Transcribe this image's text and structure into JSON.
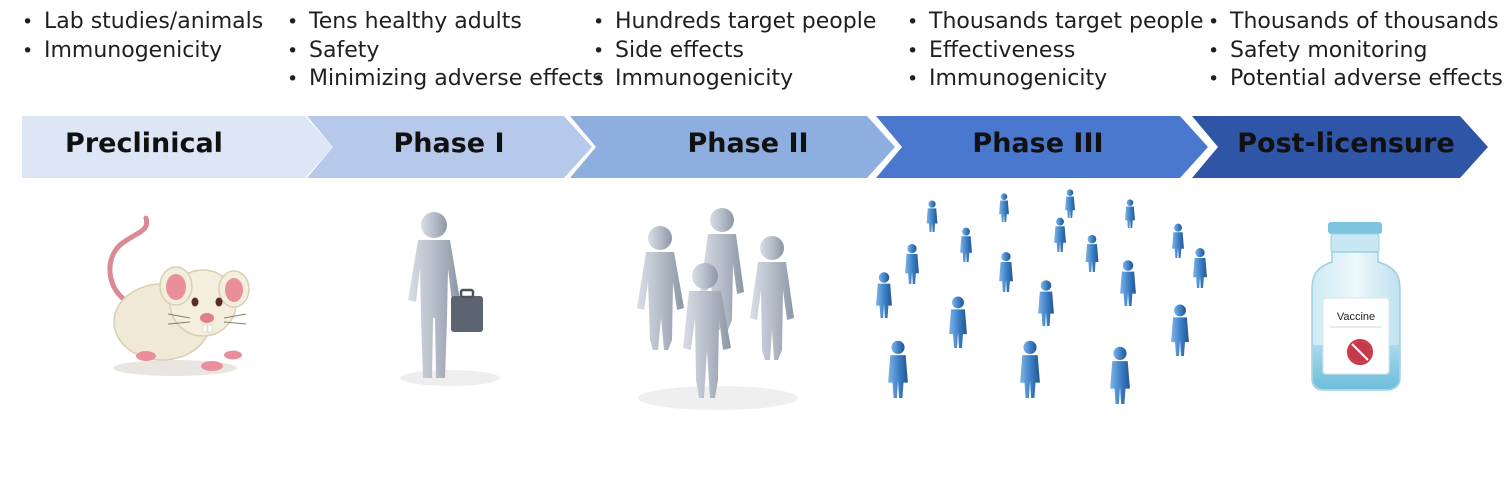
{
  "phases": [
    {
      "label": "Preclinical",
      "color": "#dde6f5",
      "bullets": [
        "Lab studies/animals",
        "Immunogenicity"
      ],
      "illustration": "lab-rat"
    },
    {
      "label": "Phase I",
      "color": "#b6c9ea",
      "bullets": [
        "Tens healthy adults",
        "Safety",
        "Minimizing adverse effects"
      ],
      "illustration": "single-person"
    },
    {
      "label": "Phase II",
      "color": "#8eaedf",
      "bullets": [
        "Hundreds target people",
        "Side effects",
        "Immunogenicity"
      ],
      "illustration": "small-group"
    },
    {
      "label": "Phase III",
      "color": "#4a78cf",
      "bullets": [
        "Thousands target people",
        "Effectiveness",
        "Immunogenicity"
      ],
      "illustration": "large-crowd"
    },
    {
      "label": "Post-licensure",
      "color": "#2e55a6",
      "bullets": [
        "Thousands of thousands",
        "Safety monitoring",
        "Potential adverse effects"
      ],
      "illustration": "vaccine-vial"
    }
  ],
  "vial_label": "Vaccine"
}
